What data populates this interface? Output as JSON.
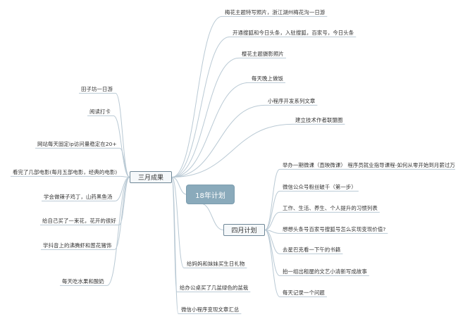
{
  "center": {
    "label": "18年计划"
  },
  "branches": {
    "march": {
      "label": "三月成果"
    },
    "april": {
      "label": "四月计划"
    }
  },
  "march_items": [
    "梅花主题特写照片，浙江湖州梅花沟一日游",
    "开通搜狐和今日头条，入驻搜狐，百家号，今日头条",
    "樱花主题摄影照片",
    "每天晚上做饭",
    "小程序开发系列文章",
    "建立技术作者联盟圈",
    "田子坊一日游",
    "阅读打卡",
    "网站每天固定ip访问量稳定在20+",
    "看完了几部电影(每月五部电影，经典的电影)",
    "学会做辣子鸡丁，山药黑鱼汤",
    "给自己买了一束花，花开的很好",
    "学抖音上的沸腾虾和葱花猪饰",
    "每天吃水果和酸奶",
    "给妈妈和妹妹买生日礼物",
    "给办公桌买了几盆绿色的盆栽",
    "微信小程序变现文章汇总"
  ],
  "april_items": [
    "举办一期微课（直映微课） 程序员就业指导课程-如何从零开始到月薪过万",
    "微信公众号粉丝破千（第一步）",
    "工作、生活、养生、个人提升的习惯列表",
    "想想头条号百家号搜狐号怎么实现变现价值?",
    "去星巴克看一下午的书籍",
    "拍一组出租屋的文艺小清新写成故事",
    "每天记录一个问题"
  ],
  "colors": {
    "center_fill": "#8aaabb",
    "connector": "#b9c9d4",
    "branch_border": "#6f8797"
  }
}
